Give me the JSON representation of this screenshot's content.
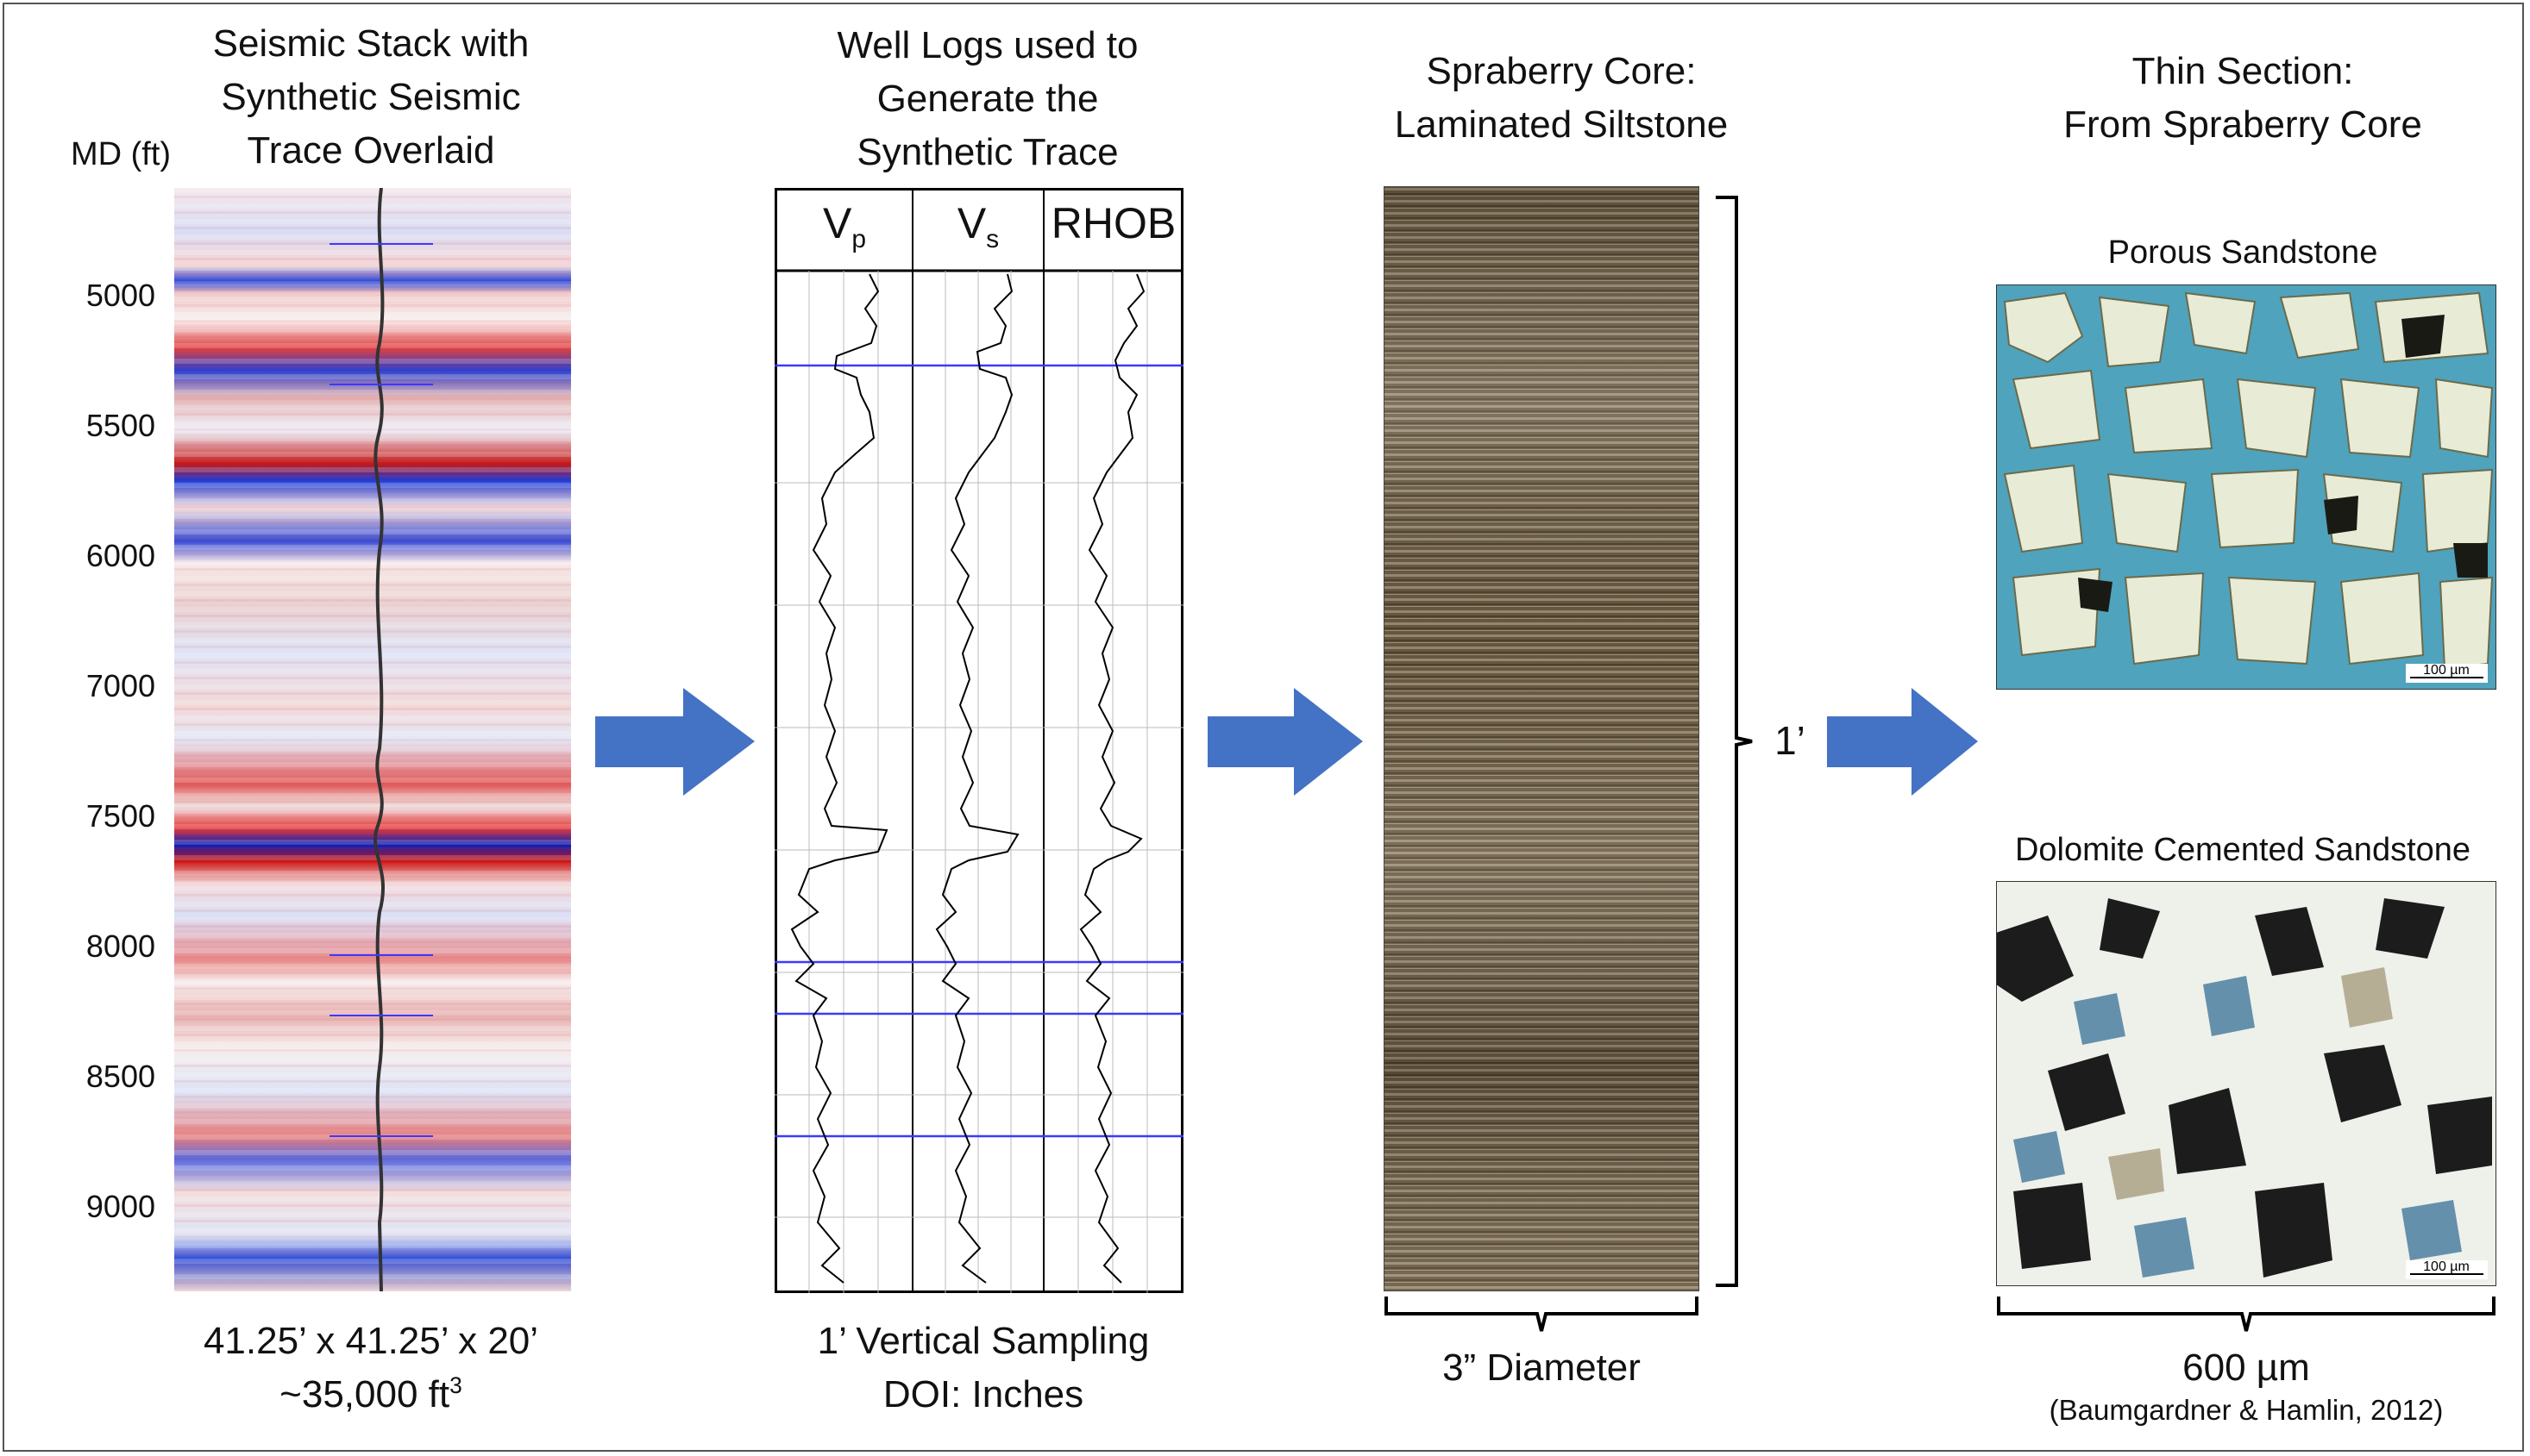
{
  "panels": {
    "seismic": {
      "title": [
        "Seismic Stack with",
        "Synthetic Seismic",
        "Trace Overlaid"
      ],
      "axis_label": "MD (ft)",
      "ticks": [
        "5000",
        "5500",
        "6000",
        "7000",
        "7500",
        "8000",
        "8500",
        "9000"
      ],
      "caption_line1": "41.25’ x 41.25’ x 20’",
      "caption_line2_prefix": "~35,000 ft",
      "caption_line2_sup": "3"
    },
    "logs": {
      "title": [
        "Well Logs used to",
        "Generate the",
        "Synthetic Trace"
      ],
      "columns": [
        {
          "main": "V",
          "sub": "p"
        },
        {
          "main": "V",
          "sub": "s"
        },
        {
          "main": "RHOB",
          "sub": ""
        }
      ],
      "caption_line1": "1’ Vertical Sampling",
      "caption_line2": "DOI: Inches"
    },
    "core": {
      "title": [
        "Spraberry Core:",
        "Laminated Siltstone"
      ],
      "height_label": "1’",
      "diameter_label": "3” Diameter"
    },
    "thin_section": {
      "title": [
        "Thin Section:",
        "From Spraberry Core"
      ],
      "top_label": "Porous Sandstone",
      "bottom_label": "Dolomite Cemented Sandstone",
      "scale_bar_label": "100 µm",
      "width_label": "600 µm",
      "citation": "(Baumgardner & Hamlin, 2012)"
    }
  },
  "colors": {
    "arrow": "#4472c4",
    "seismic_positive": "#d11f1f",
    "seismic_negative": "#1f3fd1",
    "horizon_line": "#3a3aff",
    "core_brown": "#6e5a3e",
    "thin_blue": "#5ab0c8"
  },
  "icons": [
    "right-arrow-icon",
    "right-arrow-icon",
    "right-arrow-icon",
    "bracket-icon"
  ]
}
